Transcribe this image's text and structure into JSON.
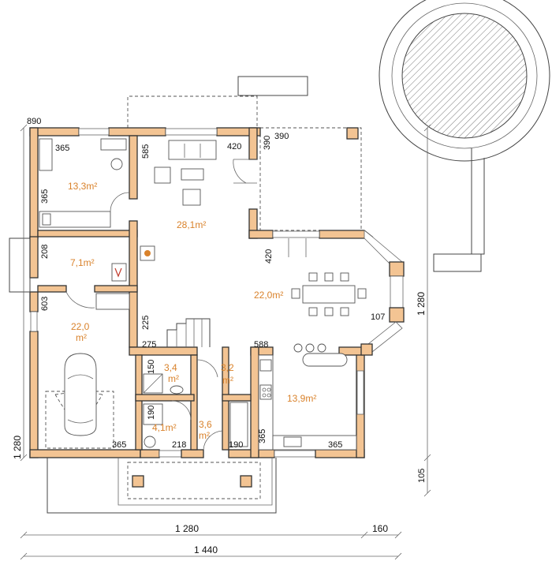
{
  "rooms": [
    {
      "id": "bedroom",
      "area": "13,3m²"
    },
    {
      "id": "living",
      "area": "28,1m²"
    },
    {
      "id": "boiler",
      "area": "7,1m²"
    },
    {
      "id": "dining",
      "area": "22,0m²"
    },
    {
      "id": "garage",
      "area_line1": "22,0",
      "area_line2": "m²"
    },
    {
      "id": "bath",
      "area_line1": "3,4",
      "area_line2": "m²"
    },
    {
      "id": "hall",
      "area_line1": "3,2",
      "area_line2": "m²"
    },
    {
      "id": "kitchen",
      "area": "13,9m²"
    },
    {
      "id": "wc",
      "area": "4,1m²"
    },
    {
      "id": "vestibule",
      "area_line1": "3,6",
      "area_line2": "m²"
    }
  ],
  "dimensions": {
    "d890": "890",
    "d365a": "365",
    "d585": "585",
    "d420a": "420",
    "d390a": "390",
    "d390b": "390",
    "d365b": "365",
    "d208": "208",
    "d420b": "420",
    "d603": "603",
    "d225": "225",
    "d275": "275",
    "d150": "150",
    "d588": "588",
    "d107": "107",
    "d190a": "190",
    "d365c": "365",
    "d218": "218",
    "d190b": "190",
    "d365d": "365",
    "d365e": "365",
    "left_height": "1 280",
    "right_height": "1 280",
    "right_small": "105",
    "bottom_main": "1 280",
    "bottom_ext": "160",
    "bottom_total": "1 440"
  }
}
